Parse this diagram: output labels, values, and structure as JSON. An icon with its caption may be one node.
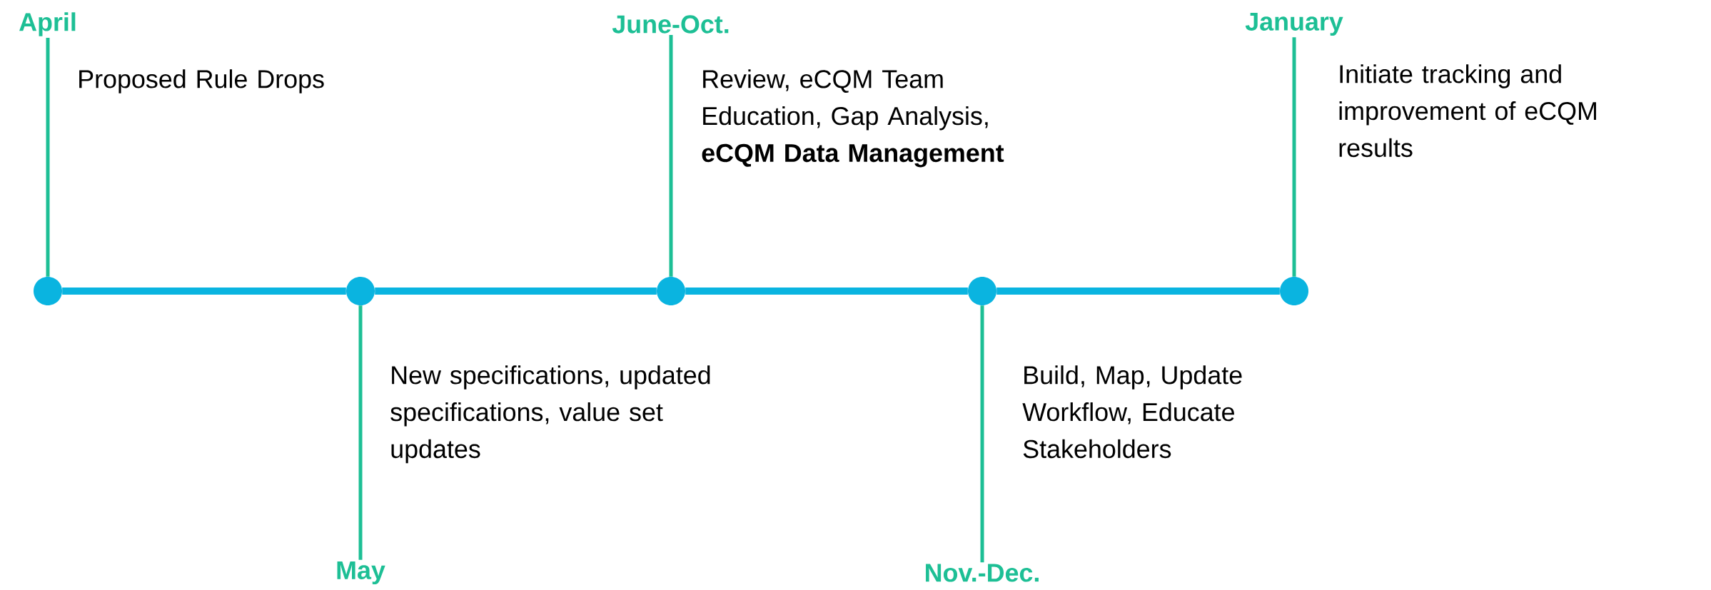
{
  "diagram": {
    "nodes": [
      {
        "text": [],
        "shape": "circle"
      },
      {
        "text": [],
        "shape": "circle"
      },
      {
        "text": [],
        "shape": "circle"
      },
      {
        "text": [],
        "shape": "circle"
      },
      {
        "text": [],
        "shape": "circle"
      },
      {
        "text": [
          "April"
        ]
      },
      {
        "text": [
          "May"
        ]
      },
      {
        "text": [
          "June-Oct."
        ]
      },
      {
        "text": [
          "Nov.-Dec."
        ]
      },
      {
        "text": [
          "January"
        ]
      }
    ],
    "edges": [
      {
        "from": 0,
        "to": 1,
        "arrow": "none",
        "style": "thick",
        "color": "#0ab4e0"
      },
      {
        "from": 1,
        "to": 2,
        "arrow": "none",
        "style": "thick",
        "color": "#0ab4e0"
      },
      {
        "from": 2,
        "to": 3,
        "arrow": "none",
        "style": "thick",
        "color": "#0ab4e0"
      },
      {
        "from": 3,
        "to": 4,
        "arrow": "none",
        "style": "thick",
        "color": "#0ab4e0"
      },
      {
        "from": 5,
        "to": 0,
        "arrow": "none"
      },
      {
        "from": 6,
        "to": 1,
        "arrow": "none"
      },
      {
        "from": 7,
        "to": 2,
        "arrow": "none"
      },
      {
        "from": 8,
        "to": 3,
        "arrow": "none"
      },
      {
        "from": 9,
        "to": 4,
        "arrow": "none"
      }
    ],
    "labels": [
      "Proposed Rule Drops",
      "Review, eCQM Team Education, Gap Analysis, **eCQM Data Management**",
      "Initiate tracking and improvement of eCQM results",
      "New specifications, updated specifications, value set updates",
      "Build, Map, Update Workflow, Educate Stakeholders"
    ]
  }
}
